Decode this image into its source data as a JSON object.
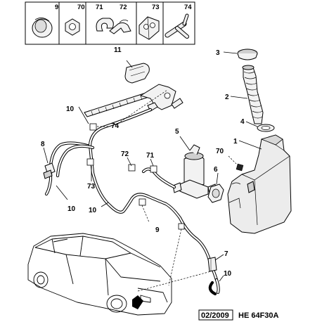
{
  "header_cells": [
    {
      "ref": "9"
    },
    {
      "ref": "70"
    },
    {
      "ref": "71"
    },
    {
      "ref": "72"
    },
    {
      "ref": "73"
    },
    {
      "ref": "74"
    }
  ],
  "callouts": {
    "c3": "3",
    "c11": "11",
    "c2": "2",
    "c10a": "10",
    "c74": "74",
    "c4": "4",
    "c1": "1",
    "c5": "5",
    "c8": "8",
    "c72": "72",
    "c71": "71",
    "c70": "70",
    "c6": "6",
    "c73": "73",
    "c10b": "10",
    "c10c": "10",
    "c9": "9",
    "c7": "7",
    "c10d": "10"
  },
  "footer": {
    "date": "02/2009",
    "code": "HE 64F30A"
  }
}
